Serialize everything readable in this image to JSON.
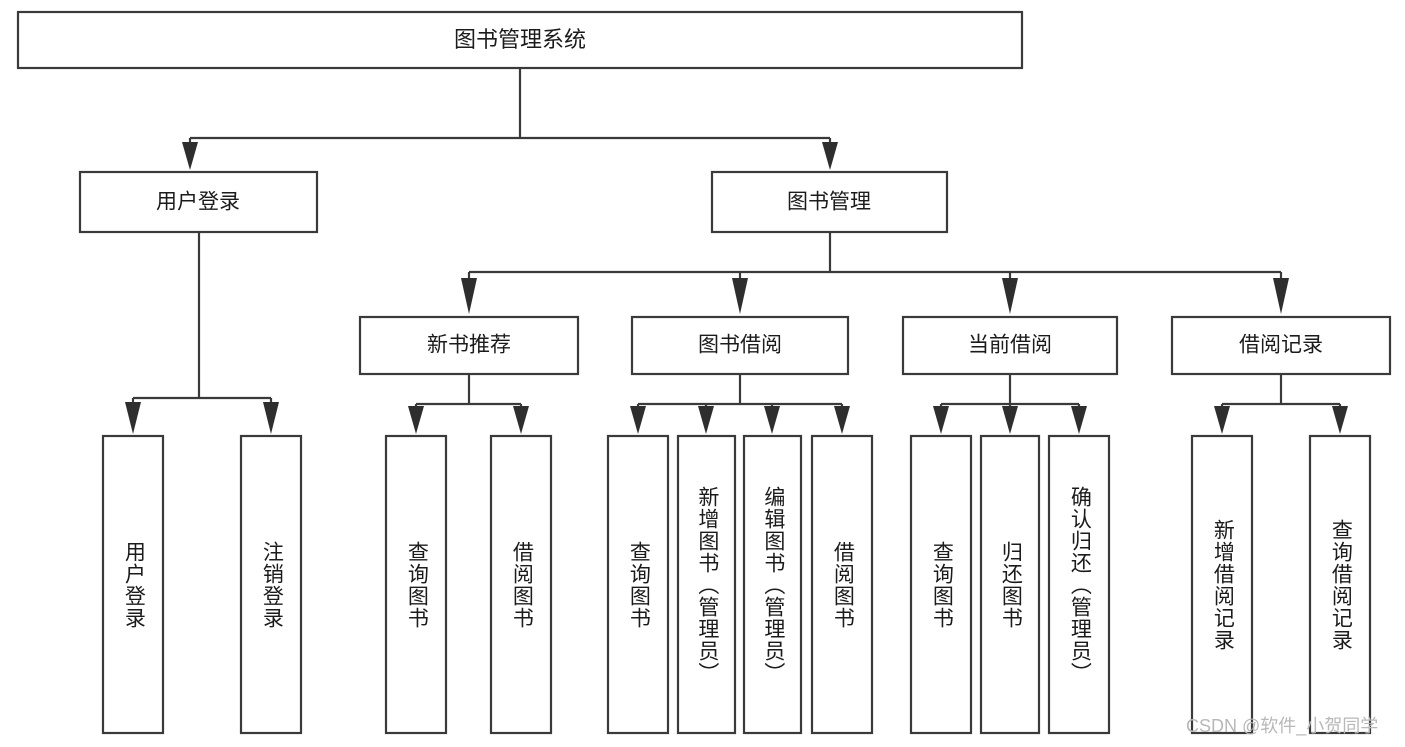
{
  "diagram": {
    "type": "tree",
    "title": "图书管理系统",
    "watermark": "CSDN @软件_小贺同学",
    "colors": {
      "box_stroke": "#3a3a3a",
      "box_fill": "#ffffff",
      "connector": "#3a3a3a",
      "text": "#1b1b1b",
      "watermark": "#b8b8b8",
      "background": "#ffffff"
    },
    "root": {
      "label": "图书管理系统"
    },
    "level2": [
      {
        "label": "用户登录"
      },
      {
        "label": "图书管理"
      }
    ],
    "level3": [
      {
        "label": "新书推荐"
      },
      {
        "label": "图书借阅"
      },
      {
        "label": "当前借阅"
      },
      {
        "label": "借阅记录"
      }
    ],
    "leaves": {
      "user_login": [
        {
          "label": "用户登录"
        },
        {
          "label": "注销登录"
        }
      ],
      "new_book_recommend": [
        {
          "label": "查询图书"
        },
        {
          "label": "借阅图书"
        }
      ],
      "book_borrow": [
        {
          "label": "查询图书"
        },
        {
          "label": "新增图书（管理员）"
        },
        {
          "label": "编辑图书（管理员）"
        },
        {
          "label": "借阅图书"
        }
      ],
      "current_borrow": [
        {
          "label": "查询图书"
        },
        {
          "label": "归还图书"
        },
        {
          "label": "确认归还（管理员）"
        }
      ],
      "borrow_record": [
        {
          "label": "新增借阅记录"
        },
        {
          "label": "查询借阅记录"
        }
      ]
    }
  }
}
